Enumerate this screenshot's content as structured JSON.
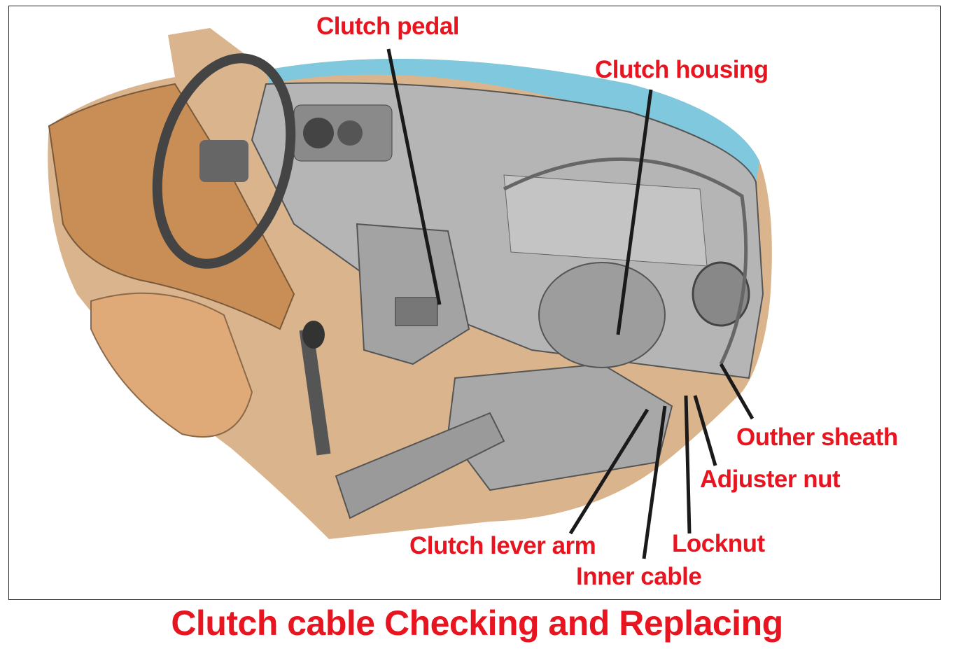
{
  "title": "Clutch cable Checking and Replacing",
  "labels": {
    "clutch_pedal": "Clutch pedal",
    "clutch_housing": "Clutch housing",
    "outer_sheath": "Outher sheath",
    "adjuster_nut": "Adjuster nut",
    "locknut": "Locknut",
    "clutch_lever_arm": "Clutch lever arm",
    "inner_cable": "Inner cable"
  },
  "colors": {
    "label": "#e8141f",
    "leader": "#1a1a1a"
  }
}
